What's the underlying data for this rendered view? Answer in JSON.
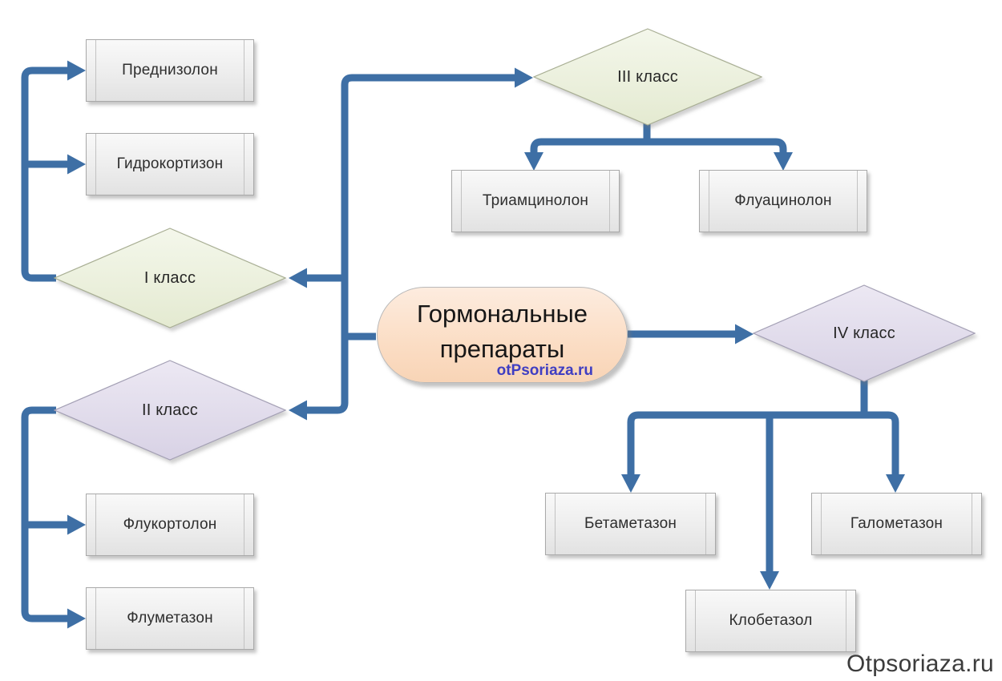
{
  "diagram": {
    "root": {
      "title": "Гормональные препараты",
      "watermark": "otPsoriaza.ru"
    },
    "classes": {
      "class1": {
        "label": "I класс",
        "color": "green"
      },
      "class2": {
        "label": "II класс",
        "color": "purple"
      },
      "class3": {
        "label": "III класс",
        "color": "green"
      },
      "class4": {
        "label": "IV класс",
        "color": "purple"
      }
    },
    "drugs": {
      "prednizolon": {
        "label": "Преднизолон"
      },
      "gidrokortizon": {
        "label": "Гидрокортизон"
      },
      "flukortolon": {
        "label": "Флукортолон"
      },
      "flumetazon": {
        "label": "Флуметазон"
      },
      "triamcinolon": {
        "label": "Триамцинолон"
      },
      "fluacinolon": {
        "label": "Флуацинолон"
      },
      "betametazon": {
        "label": "Бетаметазон"
      },
      "galometazon": {
        "label": "Галометазон"
      },
      "klobetazol": {
        "label": "Клобетазол"
      }
    },
    "edges": [
      {
        "from": "root",
        "to": "class1"
      },
      {
        "from": "root",
        "to": "class2"
      },
      {
        "from": "root",
        "to": "class3"
      },
      {
        "from": "root",
        "to": "class4"
      },
      {
        "from": "class1",
        "to": "prednizolon"
      },
      {
        "from": "class1",
        "to": "gidrokortizon"
      },
      {
        "from": "class2",
        "to": "flukortolon"
      },
      {
        "from": "class2",
        "to": "flumetazon"
      },
      {
        "from": "class3",
        "to": "triamcinolon"
      },
      {
        "from": "class3",
        "to": "fluacinolon"
      },
      {
        "from": "class4",
        "to": "betametazon"
      },
      {
        "from": "class4",
        "to": "galometazon"
      },
      {
        "from": "class4",
        "to": "klobetazol"
      }
    ]
  },
  "footer": {
    "watermark": "Otpsoriaza.ru"
  },
  "colors": {
    "connector": "#3E6FA5",
    "diamond_green_fill": "#EAF0DB",
    "diamond_purple_fill": "#DFD9EA",
    "box_fill": "#EDEDED",
    "center_fill": "#FBDDC4",
    "center_watermark": "#3F3EC2",
    "footer_text": "#3C3C3C"
  }
}
